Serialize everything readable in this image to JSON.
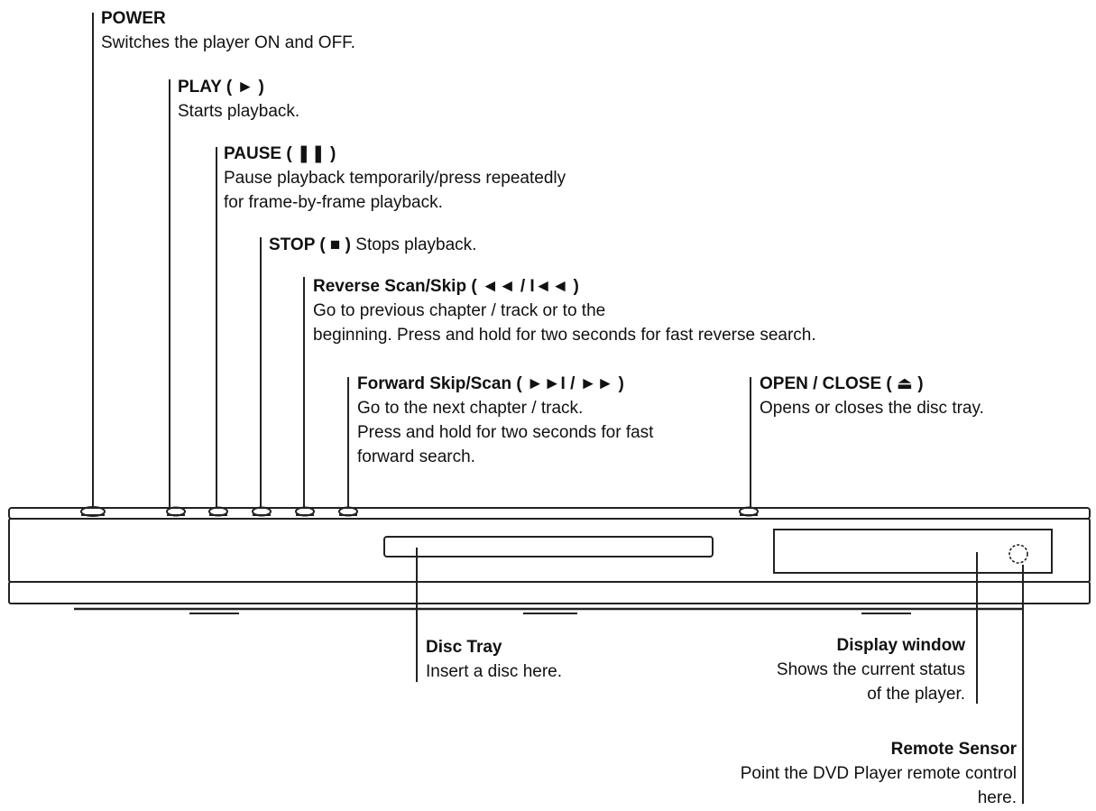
{
  "callouts": {
    "power": {
      "title": "POWER",
      "desc": [
        "Switches the player ON and OFF."
      ]
    },
    "play": {
      "title": "PLAY ( ► )",
      "desc": [
        "Starts playback."
      ]
    },
    "pause": {
      "title": "PAUSE ( ❚❚ )",
      "desc": [
        "Pause playback temporarily/press repeatedly",
        "for frame-by-frame playback."
      ]
    },
    "stop": {
      "title": "STOP ( ■ )",
      "inline_desc": "Stops playback."
    },
    "reverse": {
      "title": "Reverse Scan/Skip ( ◄◄ / I◄◄ )",
      "desc": [
        "Go to previous chapter / track or to the",
        "beginning. Press and hold for two seconds for fast reverse search."
      ]
    },
    "forward": {
      "title": "Forward Skip/Scan ( ►►I / ►► )",
      "desc": [
        "Go to the next chapter / track.",
        "Press and hold for two seconds for fast",
        "forward search."
      ]
    },
    "open_close": {
      "title": "OPEN / CLOSE ( ⏏ )",
      "desc": [
        "Opens or closes the disc tray."
      ]
    },
    "disc_tray": {
      "title": "Disc Tray",
      "desc": [
        "Insert a disc here."
      ]
    },
    "display_window": {
      "title": "Display window",
      "desc": [
        "Shows the current status",
        "of the player."
      ]
    },
    "remote_sensor": {
      "title": "Remote Sensor",
      "desc": [
        "Point the DVD Player remote control",
        "here."
      ]
    }
  }
}
